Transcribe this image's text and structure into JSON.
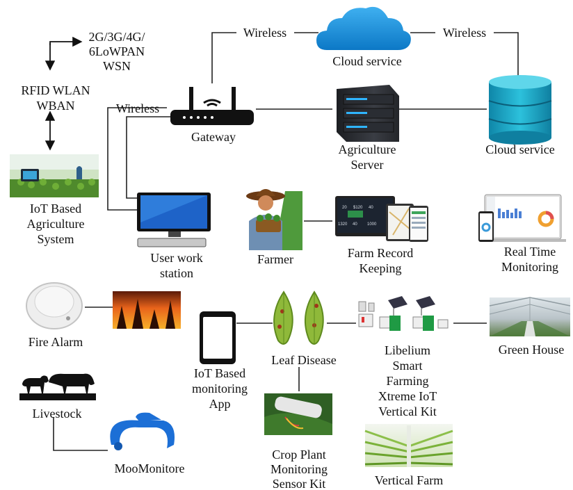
{
  "labels": {
    "wireless_left": "Wireless",
    "wireless_right": "Wireless",
    "wireless_ws": "Wireless",
    "cloud_top": "Cloud service",
    "cloud_db": "Cloud service",
    "gateway": "Gateway",
    "server_line1": "Agriculture",
    "server_line2": "Server",
    "net_line1": "2G/3G/4G/",
    "net_line2": "6LoWPAN",
    "net_line3": "WSN",
    "rfid_line1": "RFID WLAN",
    "rfid_line2": "WBAN",
    "iot_line1": "IoT Based",
    "iot_line2": "Agriculture",
    "iot_line3": "System",
    "ws_line1": "User work",
    "ws_line2": "station",
    "farmer": "Farmer",
    "record_line1": "Farm Record",
    "record_line2": "Keeping",
    "rt_line1": "Real Time",
    "rt_line2": "Monitoring",
    "fire_alarm": "Fire Alarm",
    "livestock": "Livestock",
    "moomonitore": "MooMonitore",
    "app_line1": "IoT Based",
    "app_line2": "monitoring",
    "app_line3": "App",
    "leaf": "Leaf Disease",
    "crop_line1": "Crop Plant",
    "crop_line2": "Monitoring",
    "crop_line3": "Sensor Kit",
    "lib_line1": "Libelium",
    "lib_line2": "Smart",
    "lib_line3": "Farming",
    "lib_line4": "Xtreme IoT",
    "lib_line5": "Vertical Kit",
    "greenhouse": "Green House",
    "vertical_farm": "Vertical Farm",
    "dash_values": [
      "$120",
      "20",
      "40",
      "1320",
      "40",
      "1000"
    ]
  },
  "colors": {
    "cloud_blue": "#1a8fd8",
    "db_teal": "#1aa6c4",
    "server_dark": "#2b2e33",
    "server_led": "#2fb5ff",
    "leaf_green": "#8fb93a",
    "fire_orange": "#e8641b",
    "strap_blue": "#1c6fd6"
  }
}
